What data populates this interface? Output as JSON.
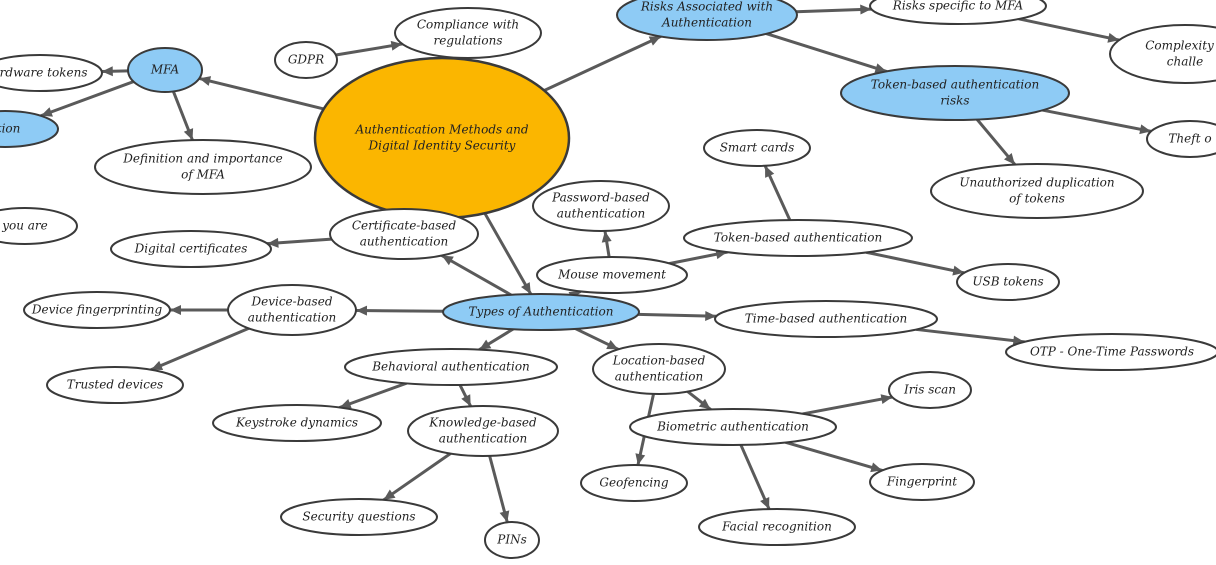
{
  "colors": {
    "central": "#FBB600",
    "highlight": "#8ECBF5",
    "plain": "#FFFFFF",
    "stroke": "#3a3a3a",
    "edge": "#5a5a5a"
  },
  "nodes": {
    "central": {
      "lines": [
        "Authentication Methods and",
        "Digital Identity Security"
      ],
      "style": "central"
    },
    "mfa": {
      "lines": [
        "MFA"
      ],
      "style": "highlight"
    },
    "mfa_def": {
      "lines": [
        "Definition and importance",
        "of MFA"
      ],
      "style": "plain"
    },
    "hw_tokens": {
      "lines": [
        "ardware tokens"
      ],
      "style": "plain"
    },
    "left_blue": {
      "lines": [
        "ation"
      ],
      "style": "highlight"
    },
    "you_are": {
      "lines": [
        "you are"
      ],
      "style": "plain"
    },
    "gdpr": {
      "lines": [
        "GDPR"
      ],
      "style": "plain"
    },
    "compliance": {
      "lines": [
        "Compliance with",
        "regulations"
      ],
      "style": "plain"
    },
    "risks": {
      "lines": [
        "Risks Associated with",
        "Authentication"
      ],
      "style": "highlight"
    },
    "risks_mfa": {
      "lines": [
        "Risks specific to MFA"
      ],
      "style": "plain"
    },
    "complexity": {
      "lines": [
        "Complexity a",
        "challe"
      ],
      "style": "plain"
    },
    "token_risks": {
      "lines": [
        "Token-based authentication",
        "risks"
      ],
      "style": "highlight"
    },
    "theft": {
      "lines": [
        "Theft o"
      ],
      "style": "plain"
    },
    "unauth_dup": {
      "lines": [
        "Unauthorized duplication",
        "of tokens"
      ],
      "style": "plain"
    },
    "smart_cards": {
      "lines": [
        "Smart cards"
      ],
      "style": "plain"
    },
    "token_auth": {
      "lines": [
        "Token-based authentication"
      ],
      "style": "plain"
    },
    "usb_tokens": {
      "lines": [
        "USB tokens"
      ],
      "style": "plain"
    },
    "password": {
      "lines": [
        "Password-based",
        "authentication"
      ],
      "style": "plain"
    },
    "mouse": {
      "lines": [
        "Mouse movement"
      ],
      "style": "plain"
    },
    "certificate": {
      "lines": [
        "Certificate-based",
        "authentication"
      ],
      "style": "plain"
    },
    "digital_certs": {
      "lines": [
        "Digital certificates"
      ],
      "style": "plain"
    },
    "types": {
      "lines": [
        "Types of Authentication"
      ],
      "style": "highlight"
    },
    "device": {
      "lines": [
        "Device-based",
        "authentication"
      ],
      "style": "plain"
    },
    "device_fp": {
      "lines": [
        "Device fingerprinting"
      ],
      "style": "plain"
    },
    "trusted": {
      "lines": [
        "Trusted devices"
      ],
      "style": "plain"
    },
    "time_based": {
      "lines": [
        "Time-based authentication"
      ],
      "style": "plain"
    },
    "otp": {
      "lines": [
        "OTP - One-Time Passwords"
      ],
      "style": "plain"
    },
    "behavioral": {
      "lines": [
        "Behavioral authentication"
      ],
      "style": "plain"
    },
    "keystroke": {
      "lines": [
        "Keystroke dynamics"
      ],
      "style": "plain"
    },
    "knowledge": {
      "lines": [
        "Knowledge-based",
        "authentication"
      ],
      "style": "plain"
    },
    "security_q": {
      "lines": [
        "Security questions"
      ],
      "style": "plain"
    },
    "pins": {
      "lines": [
        "PINs"
      ],
      "style": "plain"
    },
    "location": {
      "lines": [
        "Location-based",
        "authentication"
      ],
      "style": "plain"
    },
    "geofencing": {
      "lines": [
        "Geofencing"
      ],
      "style": "plain"
    },
    "biometric": {
      "lines": [
        "Biometric authentication"
      ],
      "style": "plain"
    },
    "iris": {
      "lines": [
        "Iris scan"
      ],
      "style": "plain"
    },
    "fingerprint": {
      "lines": [
        "Fingerprint"
      ],
      "style": "plain"
    },
    "facial": {
      "lines": [
        "Facial recognition"
      ],
      "style": "plain"
    }
  },
  "edges": [
    [
      "central",
      "mfa"
    ],
    [
      "mfa",
      "mfa_def"
    ],
    [
      "mfa",
      "hw_tokens"
    ],
    [
      "mfa",
      "left_blue"
    ],
    [
      "gdpr",
      "compliance"
    ],
    [
      "central",
      "risks"
    ],
    [
      "risks",
      "risks_mfa"
    ],
    [
      "risks_mfa",
      "complexity"
    ],
    [
      "risks",
      "token_risks"
    ],
    [
      "token_risks",
      "theft"
    ],
    [
      "token_risks",
      "unauth_dup"
    ],
    [
      "central",
      "types"
    ],
    [
      "types",
      "certificate"
    ],
    [
      "certificate",
      "digital_certs"
    ],
    [
      "types",
      "device"
    ],
    [
      "device",
      "device_fp"
    ],
    [
      "device",
      "trusted"
    ],
    [
      "types",
      "time_based"
    ],
    [
      "time_based",
      "otp"
    ],
    [
      "types",
      "mouse"
    ],
    [
      "mouse",
      "password"
    ],
    [
      "mouse",
      "token_auth"
    ],
    [
      "token_auth",
      "smart_cards"
    ],
    [
      "token_auth",
      "usb_tokens"
    ],
    [
      "types",
      "behavioral"
    ],
    [
      "behavioral",
      "keystroke"
    ],
    [
      "behavioral",
      "knowledge"
    ],
    [
      "knowledge",
      "security_q"
    ],
    [
      "knowledge",
      "pins"
    ],
    [
      "types",
      "location"
    ],
    [
      "location",
      "geofencing"
    ],
    [
      "location",
      "biometric"
    ],
    [
      "biometric",
      "iris"
    ],
    [
      "biometric",
      "fingerprint"
    ],
    [
      "biometric",
      "facial"
    ]
  ]
}
